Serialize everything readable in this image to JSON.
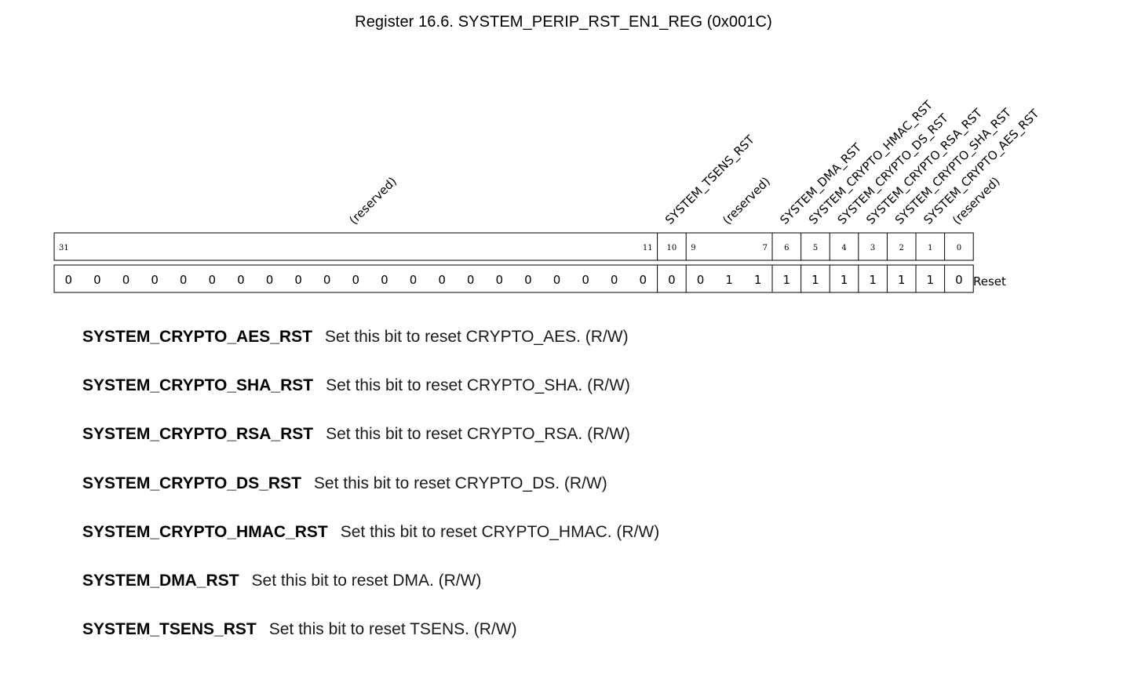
{
  "title": "Register 16.6. SYSTEM_PERIP_RST_EN1_REG (0x001C)",
  "fields": [
    {
      "label": "(reserved)",
      "hi": 31,
      "lo": 11
    },
    {
      "label": "SYSTEM_TSENS_RST",
      "hi": 10,
      "lo": 10
    },
    {
      "label": "(reserved)",
      "hi": 9,
      "lo": 7
    },
    {
      "label": "SYSTEM_DMA_RST",
      "hi": 6,
      "lo": 6
    },
    {
      "label": "SYSTEM_CRYPTO_HMAC_RST",
      "hi": 5,
      "lo": 5
    },
    {
      "label": "SYSTEM_CRYPTO_DS_RST",
      "hi": 4,
      "lo": 4
    },
    {
      "label": "SYSTEM_CRYPTO_RSA_RST",
      "hi": 3,
      "lo": 3
    },
    {
      "label": "SYSTEM_CRYPTO_SHA_RST",
      "hi": 2,
      "lo": 2
    },
    {
      "label": "SYSTEM_CRYPTO_AES_RST",
      "hi": 1,
      "lo": 1
    },
    {
      "label": "(reserved)",
      "hi": 0,
      "lo": 0
    }
  ],
  "bit_numbers": [
    "31",
    "11",
    "10",
    "9",
    "7",
    "6",
    "5",
    "4",
    "3",
    "2",
    "1",
    "0"
  ],
  "reset_values": [
    0,
    0,
    0,
    0,
    0,
    0,
    0,
    0,
    0,
    0,
    0,
    0,
    0,
    0,
    0,
    0,
    0,
    0,
    0,
    0,
    0,
    0,
    0,
    1,
    1,
    1,
    1,
    1,
    1,
    1,
    1,
    0
  ],
  "reset_label": "Reset",
  "descriptions": [
    {
      "name": "SYSTEM_CRYPTO_AES_RST",
      "text": "Set this bit to reset CRYPTO_AES. (R/W)"
    },
    {
      "name": "SYSTEM_CRYPTO_SHA_RST",
      "text": "Set this bit to reset CRYPTO_SHA. (R/W)"
    },
    {
      "name": "SYSTEM_CRYPTO_RSA_RST",
      "text": "Set this bit to reset CRYPTO_RSA. (R/W)"
    },
    {
      "name": "SYSTEM_CRYPTO_DS_RST",
      "text": "Set this bit to reset CRYPTO_DS. (R/W)"
    },
    {
      "name": "SYSTEM_CRYPTO_HMAC_RST",
      "text": "Set this bit to reset CRYPTO_HMAC. (R/W)"
    },
    {
      "name": "SYSTEM_DMA_RST",
      "text": "Set this bit to reset DMA. (R/W)"
    },
    {
      "name": "SYSTEM_TSENS_RST",
      "text": "Set this bit to reset TSENS. (R/W)"
    }
  ]
}
